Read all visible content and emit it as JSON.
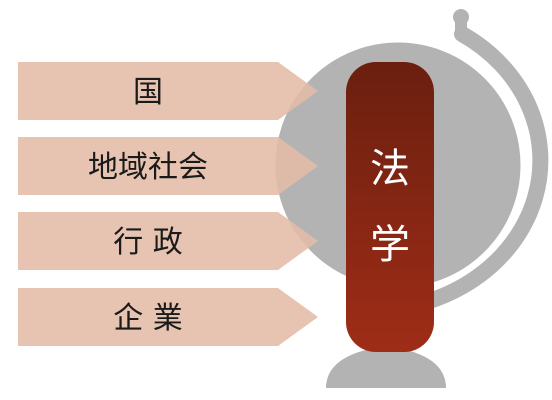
{
  "diagram": {
    "arrows": [
      {
        "label": "国"
      },
      {
        "label": "地域社会"
      },
      {
        "label": "行 政"
      },
      {
        "label": "企 業"
      }
    ],
    "pillar": {
      "chars": [
        "法",
        "学"
      ]
    },
    "colors": {
      "arrow_fill": "#e4bca6",
      "globe_gray": "#b3b3b3",
      "globe_stroke": "#ffffff",
      "pillar_top": "#6b1f0f",
      "pillar_bottom": "#9e2d17",
      "label_text": "#1a1a1a",
      "pillar_text": "#ffffff"
    },
    "icons": {
      "background": "globe-icon"
    }
  }
}
